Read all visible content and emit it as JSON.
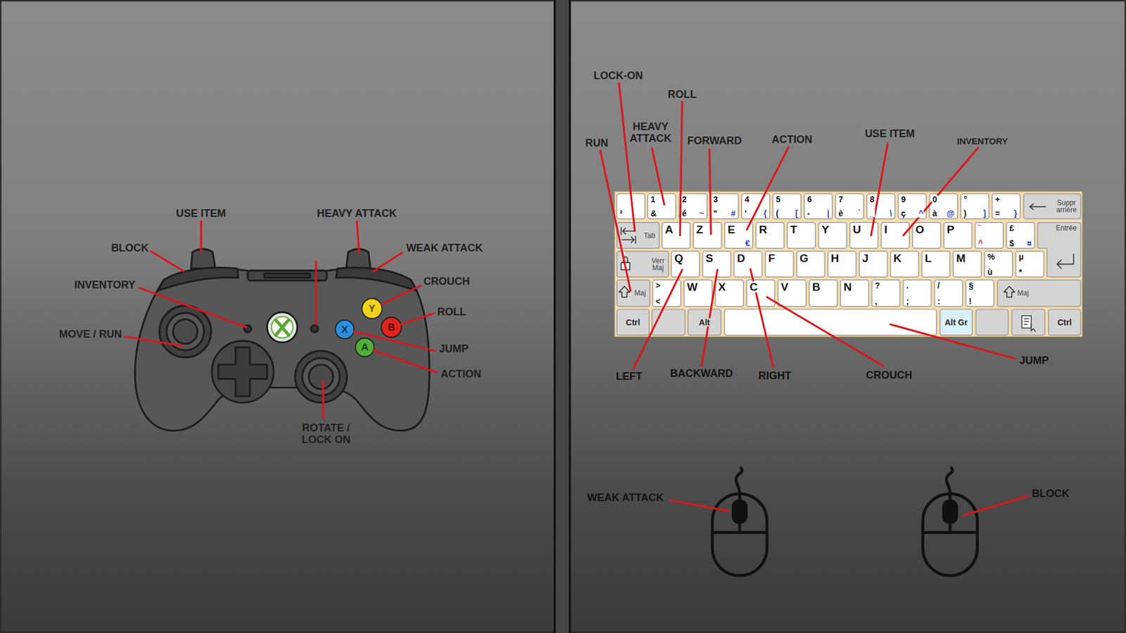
{
  "diagram": {
    "nodes": [
      {
        "text": [
          "Y"
        ]
      },
      {
        "text": [
          "X"
        ]
      },
      {
        "text": [
          "B"
        ]
      },
      {
        "text": [
          "A"
        ]
      },
      {
        "text": [
          "²"
        ]
      },
      {
        "text": [
          "1",
          "&"
        ]
      },
      {
        "text": [
          "2",
          "é",
          "~"
        ]
      },
      {
        "text": [
          "3",
          "\"",
          "#"
        ]
      },
      {
        "text": [
          "4",
          "'",
          "{"
        ]
      },
      {
        "text": [
          "5",
          "(",
          "["
        ]
      },
      {
        "text": [
          "6",
          "-",
          "|"
        ]
      },
      {
        "text": [
          "7",
          "è",
          "`"
        ]
      },
      {
        "text": [
          "8",
          "_",
          "\\"
        ]
      },
      {
        "text": [
          "9",
          "ç",
          "^"
        ]
      },
      {
        "text": [
          "0",
          "à",
          "@"
        ]
      },
      {
        "text": [
          "°",
          ")",
          "]"
        ]
      },
      {
        "text": [
          "+",
          "=",
          "}"
        ]
      },
      {
        "text": [
          "Suppr arrière"
        ]
      },
      {
        "text": [
          "Tab"
        ]
      },
      {
        "text": [
          "A"
        ]
      },
      {
        "text": [
          "Z"
        ]
      },
      {
        "text": [
          "E",
          "€"
        ]
      },
      {
        "text": [
          "R"
        ]
      },
      {
        "text": [
          "T"
        ]
      },
      {
        "text": [
          "Y"
        ]
      },
      {
        "text": [
          "U"
        ]
      },
      {
        "text": [
          "I"
        ]
      },
      {
        "text": [
          "O"
        ]
      },
      {
        "text": [
          "P"
        ]
      },
      {
        "text": [
          "¨",
          "^"
        ]
      },
      {
        "text": [
          "£",
          "$",
          "¤"
        ]
      },
      {
        "text": [
          "Entrée"
        ]
      },
      {
        "text": [
          "Verr Maj"
        ]
      },
      {
        "text": [
          "Q"
        ]
      },
      {
        "text": [
          "S"
        ]
      },
      {
        "text": [
          "D"
        ]
      },
      {
        "text": [
          "F"
        ]
      },
      {
        "text": [
          "G"
        ]
      },
      {
        "text": [
          "H"
        ]
      },
      {
        "text": [
          "J"
        ]
      },
      {
        "text": [
          "K"
        ]
      },
      {
        "text": [
          "L"
        ]
      },
      {
        "text": [
          "M"
        ]
      },
      {
        "text": [
          "%",
          "ù"
        ]
      },
      {
        "text": [
          "µ",
          "*"
        ]
      },
      {
        "text": [
          "Maj"
        ]
      },
      {
        "text": [
          ">",
          "<"
        ]
      },
      {
        "text": [
          "W"
        ]
      },
      {
        "text": [
          "X"
        ]
      },
      {
        "text": [
          "C"
        ]
      },
      {
        "text": [
          "V"
        ]
      },
      {
        "text": [
          "B"
        ]
      },
      {
        "text": [
          "N"
        ]
      },
      {
        "text": [
          "?",
          ","
        ]
      },
      {
        "text": [
          ".",
          ";"
        ]
      },
      {
        "text": [
          "/",
          ":"
        ]
      },
      {
        "text": [
          "§",
          "!"
        ]
      },
      {
        "text": [
          "Maj"
        ]
      },
      {
        "text": [
          "Ctrl"
        ]
      },
      {
        "text": [
          "Alt"
        ]
      },
      {
        "text": [
          "Alt Gr"
        ]
      },
      {
        "text": [
          "Ctrl"
        ]
      }
    ],
    "labels": [
      "USE ITEM",
      "HEAVY ATTACK",
      "BLOCK",
      "WEAK ATTACK",
      "CROUCH",
      "INVENTORY",
      "ROLL",
      "MOVE / RUN",
      "JUMP",
      "ACTION",
      "ROTATE / LOCK ON",
      "LOCK-ON",
      "ROLL",
      "HEAVY ATTACK",
      "FORWARD",
      "RUN",
      "ACTION",
      "USE ITEM",
      "INVENTORY",
      "JUMP",
      "BACKWARD",
      "LEFT",
      "RIGHT",
      "CROUCH",
      "BLOCK",
      "WEAK ATTACK"
    ]
  }
}
